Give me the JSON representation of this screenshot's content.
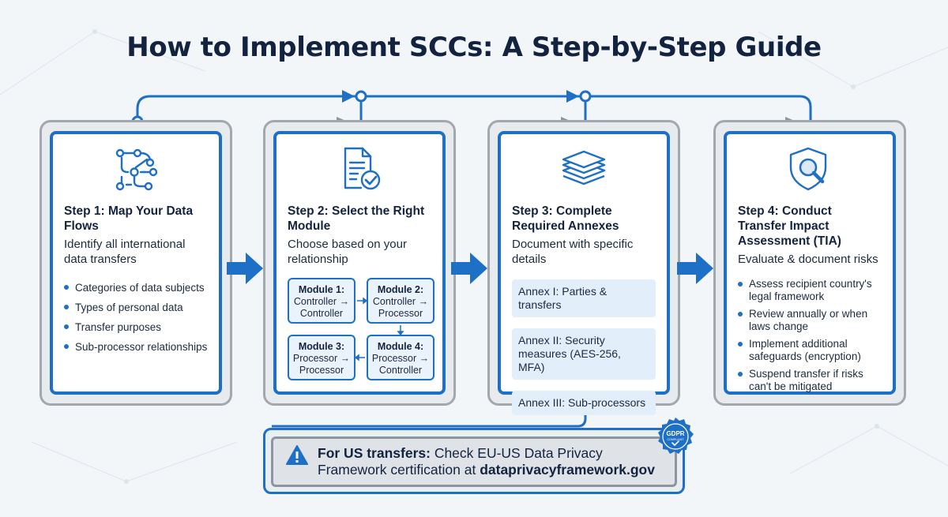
{
  "title": "How to Implement SCCs: A Step-by-Step Guide",
  "colors": {
    "accent": "#1e6fc6",
    "title": "#13233f",
    "annex_bg": "#e3eefb"
  },
  "steps": [
    {
      "icon": "data-flow-icon",
      "title": "Step 1: Map Your Data Flows",
      "description": "Identify all international data transfers",
      "bullets": [
        "Categories of data subjects",
        "Types of personal data",
        "Transfer purposes",
        "Sub-processor relationships"
      ]
    },
    {
      "icon": "document-check-icon",
      "title": "Step 2: Select the Right Module",
      "description": "Choose based on your relationship",
      "modules": [
        {
          "name": "Module 1:",
          "text": "Controller → Controller"
        },
        {
          "name": "Module 2:",
          "text": "Controller → Processor"
        },
        {
          "name": "Module 3:",
          "text": "Processor → Processor"
        },
        {
          "name": "Module 4:",
          "text": "Processor → Controller"
        }
      ]
    },
    {
      "icon": "stacked-layers-icon",
      "title": "Step 3: Complete Required Annexes",
      "description": "Document with specific details",
      "annexes": [
        "Annex I: Parties & transfers",
        "Annex II: Security measures (AES-256, MFA)",
        "Annex III: Sub-processors"
      ]
    },
    {
      "icon": "shield-search-icon",
      "title": "Step 4: Conduct Transfer Impact Assessment (TIA)",
      "description": "Evaluate & document risks",
      "bullets": [
        "Assess recipient country's legal framework",
        "Review annually or when laws change",
        "Implement additional safeguards (encryption)",
        "Suspend transfer if risks can't be mitigated"
      ]
    }
  ],
  "callout": {
    "icon": "warning-icon",
    "bold_prefix": "For US transfers:",
    "text_line1": " Check EU-US Data Privacy",
    "text_line2": "Framework certification at ",
    "link": "dataprivacyframework.gov"
  },
  "badge": {
    "icon": "gdpr-compliant-badge",
    "line1": "GDPR",
    "line2": "COMPLIANT"
  }
}
